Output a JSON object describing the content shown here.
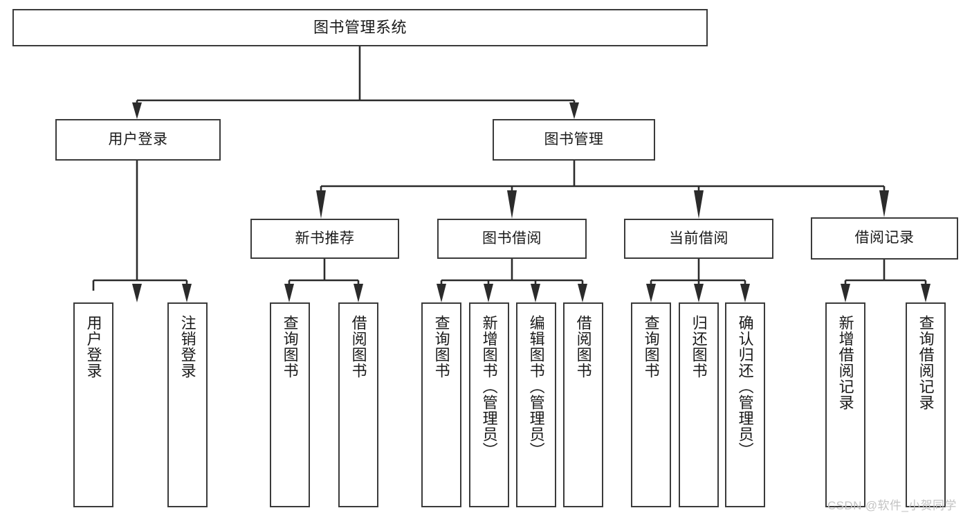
{
  "diagram": {
    "type": "tree-hierarchy",
    "title": "图书管理系统",
    "orientation": "top-down",
    "colors": {
      "box_border": "#3a3a3a",
      "box_fill": "#ffffff",
      "connector": "#2b2b2b",
      "text": "#1a1a1a",
      "watermark": "#c3c3c3",
      "background": "#ffffff"
    }
  },
  "nodes": {
    "root": {
      "label": "图书管理系统",
      "level": 1
    },
    "level2": [
      {
        "id": "user-login",
        "label": "用户登录"
      },
      {
        "id": "book-manage",
        "label": "图书管理"
      }
    ],
    "level3": [
      {
        "id": "new-book-recommend",
        "label": "新书推荐",
        "parent": "book-manage"
      },
      {
        "id": "book-borrow",
        "label": "图书借阅",
        "parent": "book-manage"
      },
      {
        "id": "current-borrow",
        "label": "当前借阅",
        "parent": "book-manage"
      },
      {
        "id": "borrow-record",
        "label": "借阅记录",
        "parent": "book-manage"
      }
    ],
    "leaves": [
      {
        "id": "leaf-user-login",
        "label": "用户登录",
        "parent": "user-login"
      },
      {
        "id": "leaf-logout-login",
        "label": "注销登录",
        "parent": "user-login"
      },
      {
        "id": "leaf-query-book-1",
        "label": "查询图书",
        "parent": "new-book-recommend"
      },
      {
        "id": "leaf-borrow-book-1",
        "label": "借阅图书",
        "parent": "new-book-recommend"
      },
      {
        "id": "leaf-query-book-2",
        "label": "查询图书",
        "parent": "book-borrow"
      },
      {
        "id": "leaf-add-book",
        "label": "新增图书（管理员）",
        "parent": "book-borrow"
      },
      {
        "id": "leaf-edit-book",
        "label": "编辑图书（管理员）",
        "parent": "book-borrow"
      },
      {
        "id": "leaf-borrow-book-2",
        "label": "借阅图书",
        "parent": "book-borrow"
      },
      {
        "id": "leaf-query-book-3",
        "label": "查询图书",
        "parent": "current-borrow"
      },
      {
        "id": "leaf-return-book",
        "label": "归还图书",
        "parent": "current-borrow"
      },
      {
        "id": "leaf-confirm-return",
        "label": "确认归还（管理员）",
        "parent": "current-borrow"
      },
      {
        "id": "leaf-add-record",
        "label": "新增借阅记录",
        "parent": "borrow-record"
      },
      {
        "id": "leaf-query-record",
        "label": "查询借阅记录",
        "parent": "borrow-record"
      }
    ]
  },
  "watermark": {
    "text": "CSDN @软件_小贺同学"
  }
}
